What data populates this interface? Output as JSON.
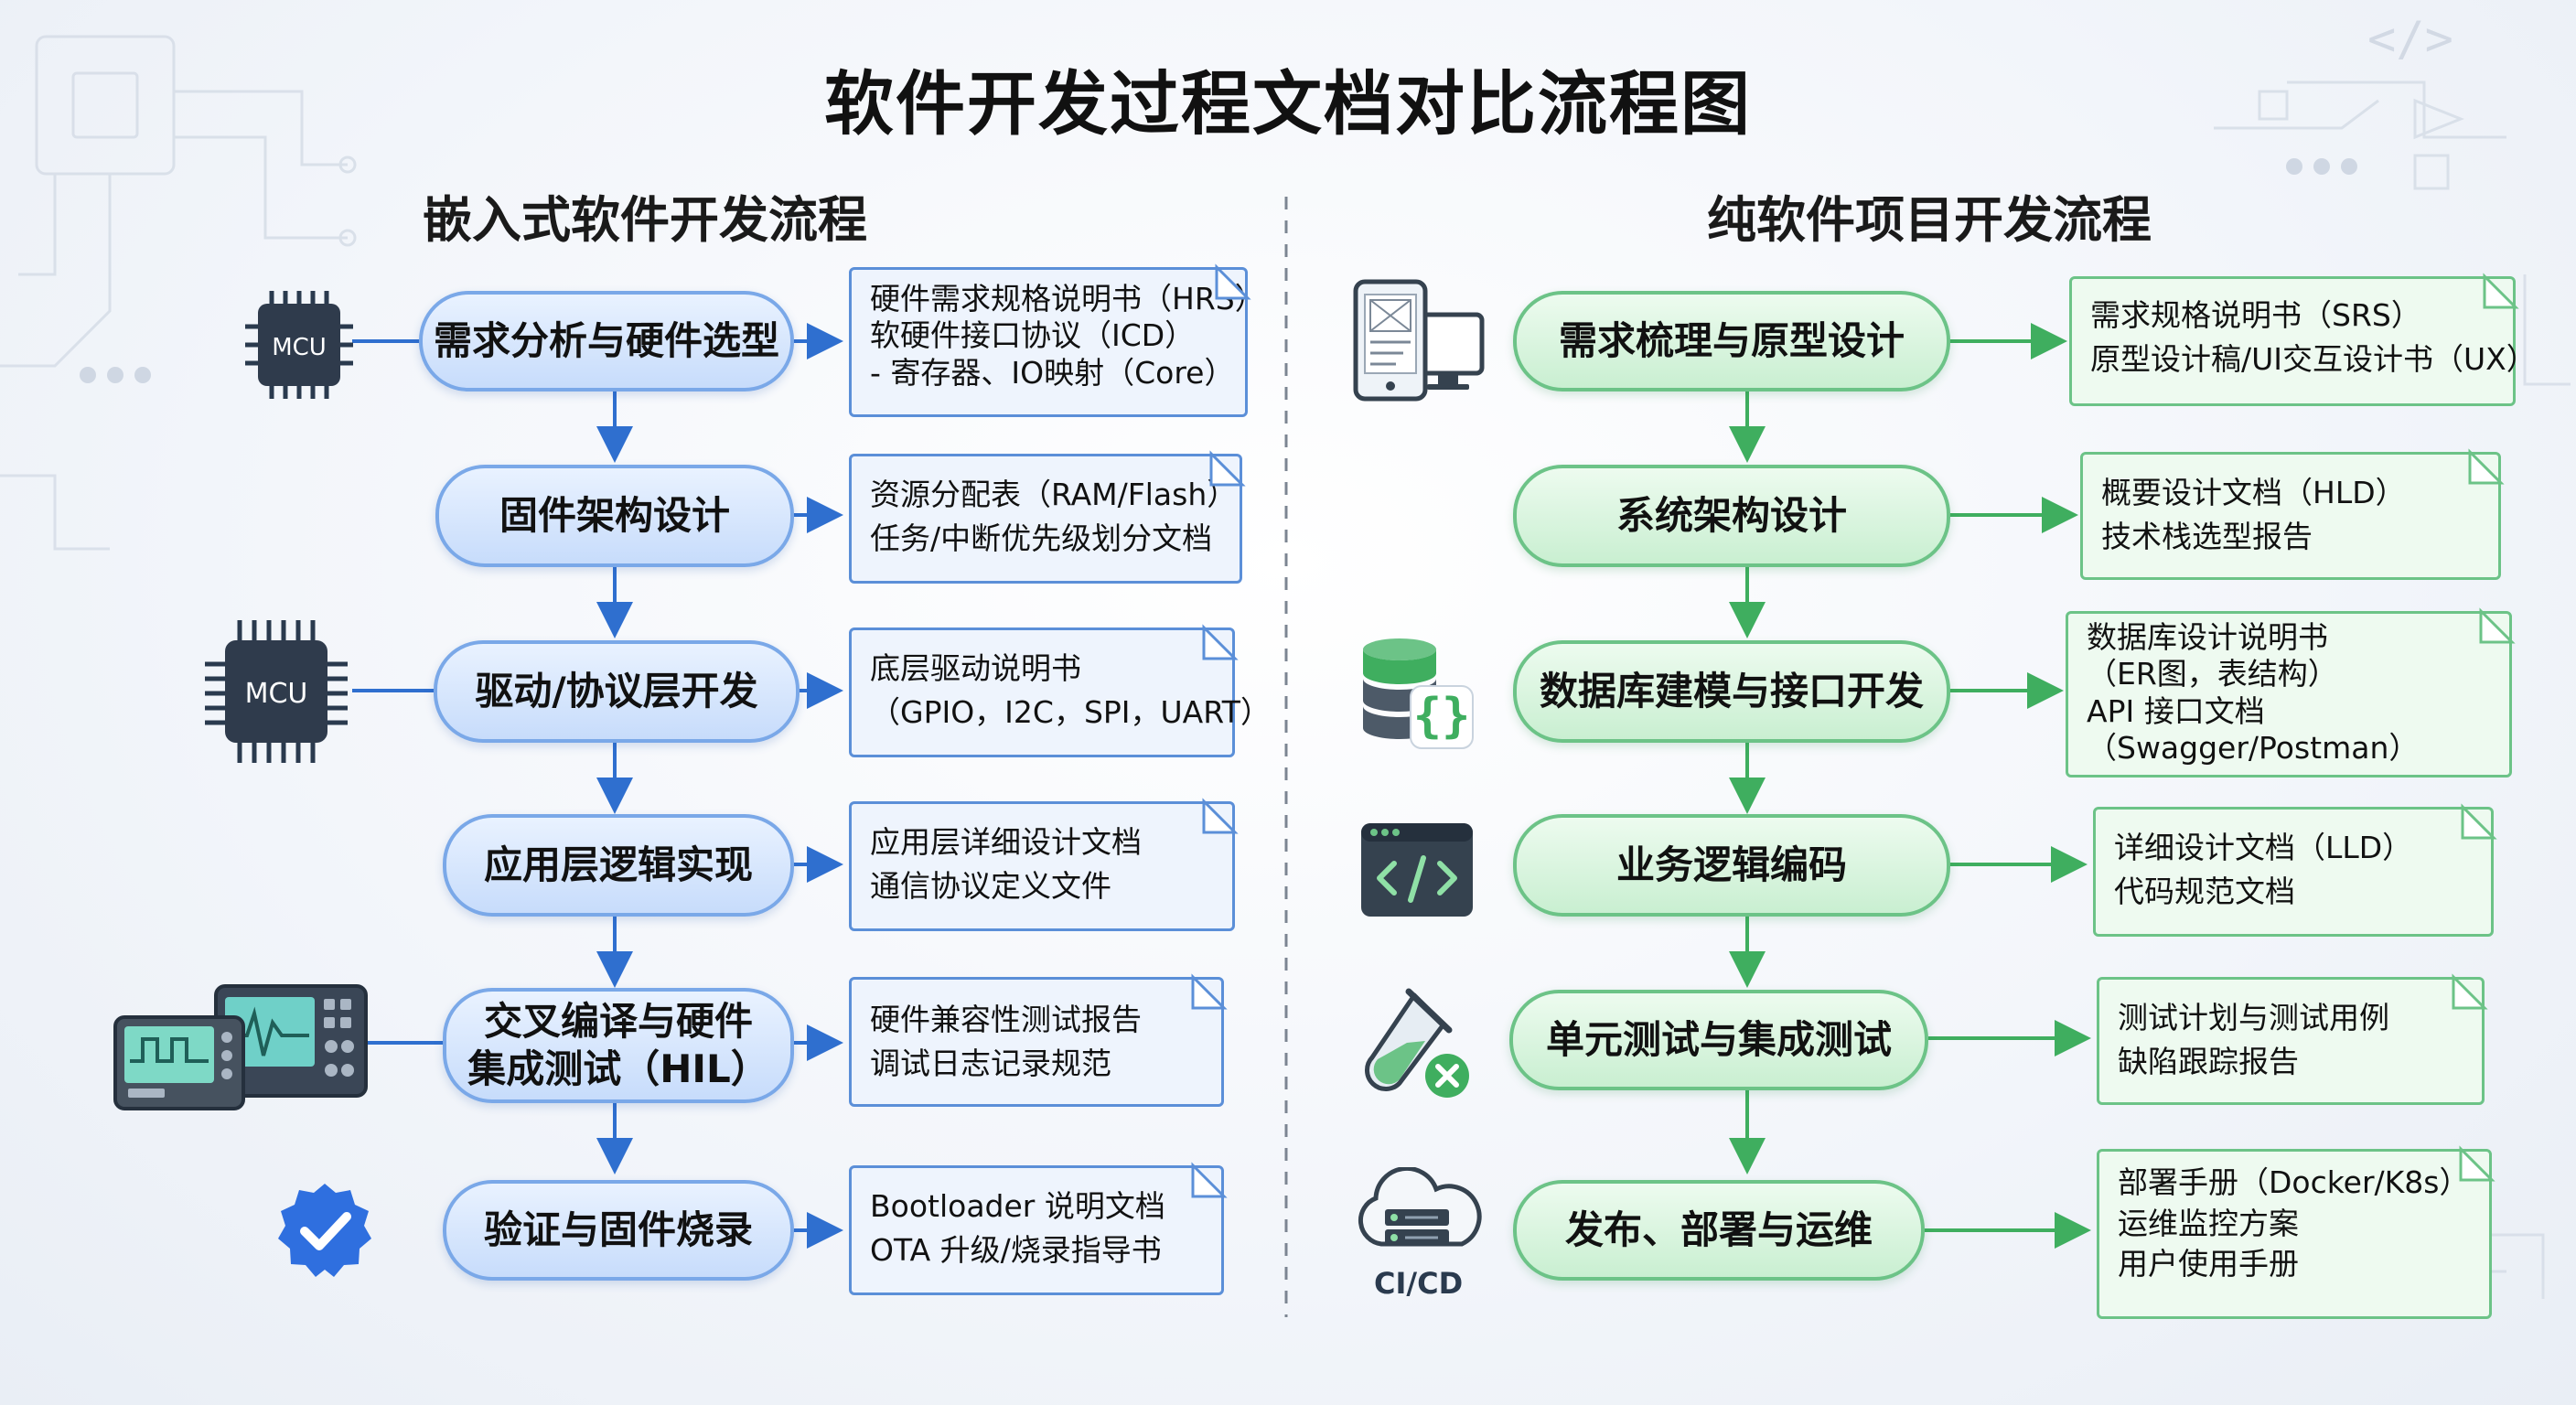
{
  "title": "软件开发过程文档对比流程图",
  "left": {
    "heading": "嵌入式软件开发流程",
    "steps": [
      {
        "label": "需求分析与硬件选型",
        "docs": [
          "硬件需求规格说明书（HRS）",
          "软硬件接口协议（ICD）",
          "- 寄存器、IO映射（Core）"
        ]
      },
      {
        "label": "固件架构设计",
        "docs": [
          "资源分配表（RAM/Flash）",
          "任务/中断优先级划分文档"
        ]
      },
      {
        "label": "驱动/协议层开发",
        "docs": [
          "底层驱动说明书",
          "（GPIO，I2C，SPI，UART）"
        ]
      },
      {
        "label": "应用层逻辑实现",
        "docs": [
          "应用层详细设计文档",
          "通信协议定义文件"
        ]
      },
      {
        "label1": "交叉编译与硬件",
        "label2": "集成测试（HIL）",
        "docs": [
          "硬件兼容性测试报告",
          "调试日志记录规范"
        ]
      },
      {
        "label": "验证与固件烧录",
        "docs": [
          "Bootloader 说明文档",
          "OTA 升级/烧录指导书"
        ]
      }
    ],
    "chip_label_1": "MCU",
    "chip_label_2": "MCU"
  },
  "right": {
    "heading": "纯软件项目开发流程",
    "steps": [
      {
        "label": "需求梳理与原型设计",
        "docs": [
          "需求规格说明书（SRS）",
          "原型设计稿/UI交互设计书（UX）"
        ]
      },
      {
        "label": "系统架构设计",
        "docs": [
          "概要设计文档（HLD）",
          "技术栈选型报告"
        ]
      },
      {
        "label": "数据库建模与接口开发",
        "docs": [
          "数据库设计说明书",
          "（ER图，表结构）",
          "API 接口文档",
          "（Swagger/Postman）"
        ]
      },
      {
        "label": "业务逻辑编码",
        "docs": [
          "详细设计文档（LLD）",
          "代码规范文档"
        ]
      },
      {
        "label": "单元测试与集成测试",
        "docs": [
          "测试计划与测试用例",
          "缺陷跟踪报告"
        ]
      },
      {
        "label": "发布、部署与运维",
        "docs": [
          "部署手册（Docker/K8s）",
          "运维监控方案",
          "用户使用手册"
        ]
      }
    ],
    "cicd_label": "CI/CD"
  },
  "icons": {
    "l1": "mcu-chip-icon",
    "l3": "mcu-chip-icon",
    "l5": "oscilloscope-icon",
    "l6": "verified-badge-icon",
    "r1": "phone-desktop-icon",
    "r3": "database-icon",
    "r4": "code-window-icon",
    "r5": "test-tube-icon",
    "r6": "cloud-server-icon"
  },
  "colors": {
    "blue": "#2f6fcf",
    "green": "#3fae5f",
    "title": "#111111"
  }
}
